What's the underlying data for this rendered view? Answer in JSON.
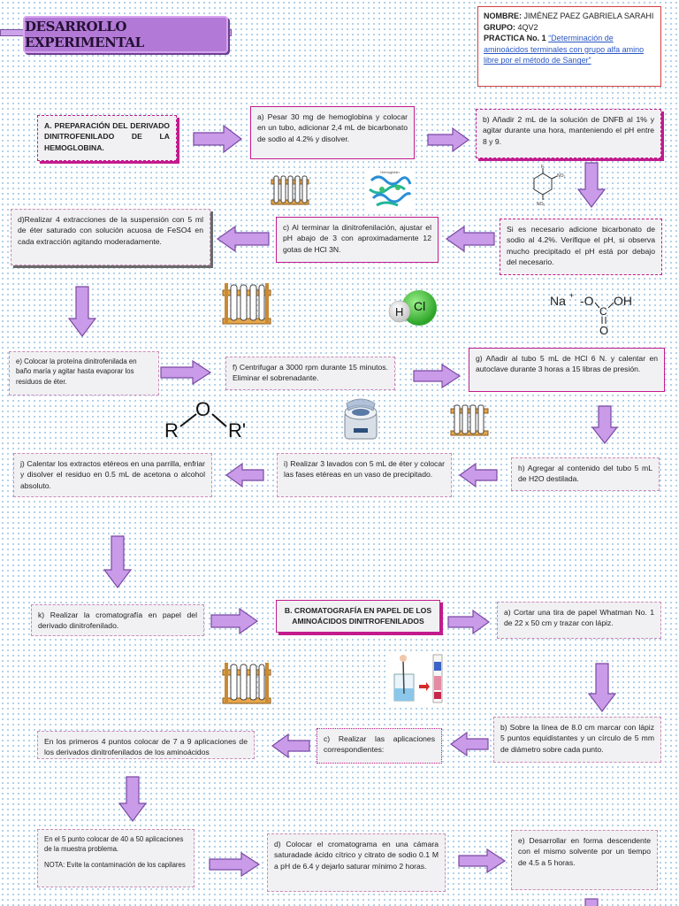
{
  "title": "DESARROLLO EXPERIMENTAL",
  "info": {
    "nombre_label": "NOMBRE:",
    "nombre": "JIMÉNEZ PAEZ GABRIELA SARAHI",
    "grupo_label": "GRUPO:",
    "grupo": "4QV2",
    "practica_label": "PRACTICA No. 1",
    "practica": "“Determinación de aminoácidos terminales con grupo alfa amino libre por el método de Sanger”"
  },
  "steps": {
    "A": "A. PREPARACIÓN DEL DERIVADO DINITROFENILADO DE LA HEMOGLOBINA.",
    "a": "a) Pesar 30 mg de hemoglobina y colocar en un tubo, adicionar 2,4 mL de bicarbonato de sodio al 4.2% y disolver.",
    "b": "b) Añadir 2 mL de la solución de DNFB al 1% y agitar durante una hora, manteniendo el pH entre 8 y 9.",
    "b_note": "Si es necesario adicione bicarbonato de sodio al 4.2%. Verifique el pH, si observa mucho precipitado el pH está por debajo del necesario.",
    "c": "c) Al terminar la dinitrofenilación, ajustar el pH abajo de 3 con aproximadamente 12 gotas de HCl 3N.",
    "d": "d)Realizar 4 extracciones de la suspensión con 5 ml de éter saturado con solución acuosa de FeSO4 en cada extracción agitando moderadamente.",
    "e": "e) Colocar la proteína dinitrofenilada en baño maría y agitar hasta evaporar los residuos de éter.",
    "f": "f) Centrifugar a 3000 rpm durante 15 minutos. Eliminar el sobrenadante.",
    "g": "g) Añadir al tubo 5 mL de HCl 6 N. y calentar en autoclave durante 3 horas a 15 libras de presión.",
    "h": "h) Agregar al contenido del tubo 5 mL de H2O destilada.",
    "i": "i) Realizar 3 lavados con 5 mL de éter y colocar las fases etéreas en un vaso de precipitado.",
    "j": "j) Calentar los extractos etéreos en una parrilla, enfriar y disolver el residuo en 0.5 mL de acetona o alcohol absoluto.",
    "k": "k) Realizar la cromatografía en papel del derivado dinitrofenilado.",
    "B": "B. CROMATOGRAFÍA EN PAPEL DE LOS AMINOÁCIDOS DINITROFENILADOS",
    "Ba": "a) Cortar una tira de papel Whatman No. 1 de 22 x 50 cm y trazar con lápiz.",
    "Bb": "b) Sobre la línea de 8.0 cm marcar con lápiz 5 puntos equidistantes y un círculo de 5 mm de diámetro sobre cada punto.",
    "Bc": "c) Realizar las aplicaciones correspondientes:",
    "Bc1": "En los primeros 4 puntos colocar de 7 a 9 aplicaciones de los derivados dinitrofenilados de los aminoácidos",
    "Bc2": "En el 5 punto colocar de 40 a 50 aplicaciones de la muestra problema.",
    "Bc2_note": "NOTA: Evite la contaminación de los capilares",
    "Bd": "d) Colocar el cromatograma en una cámara saturadade ácido cítrico y citrato de sodio 0.1 M a pH de 6.4 y dejarlo saturar mínimo 2 horas.",
    "Be": "e) Desarrollar en forma descendente con el mismo solvente por un tiempo de 4.5 a 5 horas."
  },
  "chem": {
    "na": "Na",
    "na_charge": "+",
    "o_minus": "-O",
    "c": "C",
    "oh": "OH",
    "o": "O",
    "h": "H",
    "cl": "Cl",
    "r": "R",
    "o_ether": "O",
    "r_prime": "R'",
    "no2_a": "NO₂",
    "no2_b": "NO₂",
    "f": "F",
    "hemoglobin": "Hemoglobin"
  },
  "colors": {
    "accent": "#c21b8d",
    "arrow_fill": "#c99be8",
    "arrow_stroke": "#7a4aa3",
    "title_bg": "#b27ad6"
  },
  "icons": [
    "test-tube-rack-icon",
    "hemoglobin-icon",
    "dnfb-structure-icon",
    "bicarbonate-structure-icon",
    "hcl-molecule-icon",
    "ether-structure-icon",
    "centrifuge-icon",
    "chromatography-icon"
  ]
}
